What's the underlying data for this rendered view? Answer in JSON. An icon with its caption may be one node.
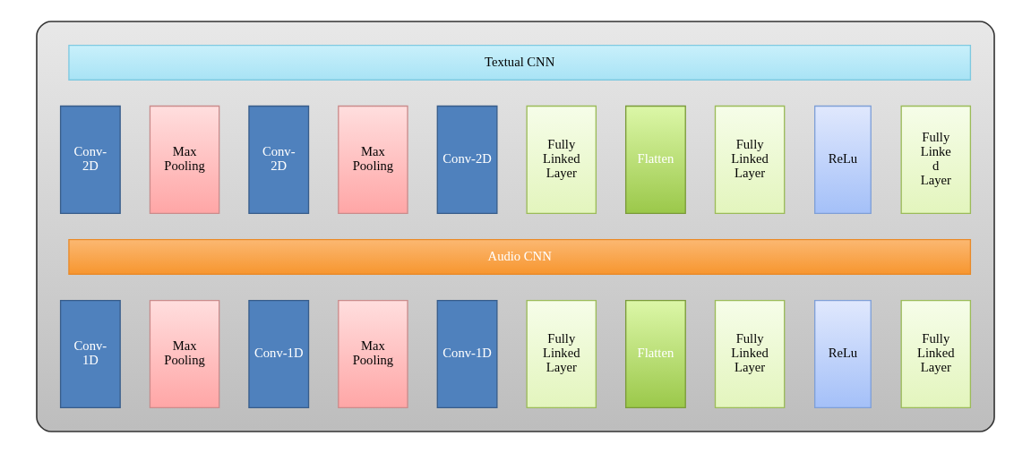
{
  "diagram": {
    "nodes": [
      {
        "text": [],
        "shape": "box"
      },
      {
        "text": [
          "Textual CNN"
        ],
        "in": 0
      },
      {
        "text": [
          "Conv- 2D"
        ],
        "in": 0
      },
      {
        "text": [
          "Max Pooling"
        ],
        "in": 0
      },
      {
        "text": [
          "Conv- 2D"
        ],
        "in": 0
      },
      {
        "text": [
          "Max Pooling"
        ],
        "in": 0
      },
      {
        "text": [
          "Conv-2D"
        ],
        "in": 0
      },
      {
        "text": [
          "Fully Linked Layer"
        ],
        "in": 0
      },
      {
        "text": [
          "Flatten"
        ],
        "in": 0
      },
      {
        "text": [
          "Fully Linked Layer"
        ],
        "in": 0
      },
      {
        "text": [
          "ReLu"
        ],
        "in": 0
      },
      {
        "text": [
          "Fully Linke d Layer"
        ],
        "in": 0
      },
      {
        "text": [
          "Audio CNN"
        ],
        "in": 0
      },
      {
        "text": [
          "Conv- 1D"
        ],
        "in": 0
      },
      {
        "text": [
          "Max Pooling"
        ],
        "in": 0
      },
      {
        "text": [
          "Conv-1D"
        ],
        "in": 0
      },
      {
        "text": [
          "Max Pooling"
        ],
        "in": 0
      },
      {
        "text": [
          "Conv-1D"
        ],
        "in": 0
      },
      {
        "text": [
          "Fully Linked Layer"
        ],
        "in": 0
      },
      {
        "text": [
          "Flatten"
        ],
        "in": 0
      },
      {
        "text": [
          "Fully Linked Layer"
        ],
        "in": 0
      },
      {
        "text": [
          "ReLu"
        ],
        "in": 0
      },
      {
        "text": [
          "Fully Linked Layer"
        ],
        "in": 0
      }
    ]
  }
}
